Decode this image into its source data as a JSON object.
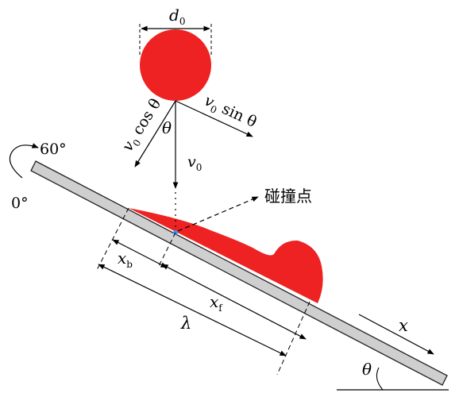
{
  "labels": {
    "d0": {
      "main": "d",
      "sub": "0"
    },
    "v0cos": {
      "v": "v",
      "sub": "0",
      "rest": " cos θ"
    },
    "v0sin": {
      "v": "v",
      "sub": "0",
      "rest": " sin θ"
    },
    "theta_top": "θ",
    "v0": {
      "v": "v",
      "sub": "0"
    },
    "collision_point": "碰撞点",
    "angle_60": "60°",
    "angle_0": "0°",
    "xb": {
      "main": "x",
      "sub": "b"
    },
    "xf": {
      "main": "x",
      "sub": "f"
    },
    "lambda": "λ",
    "x_axis": "x",
    "theta_bottom": "θ"
  },
  "colors": {
    "droplet": "#ee2222",
    "plate_fill": "#cfcfcf",
    "plate_stroke": "#222222",
    "impact_point": "#3399ff",
    "line": "#000000"
  }
}
